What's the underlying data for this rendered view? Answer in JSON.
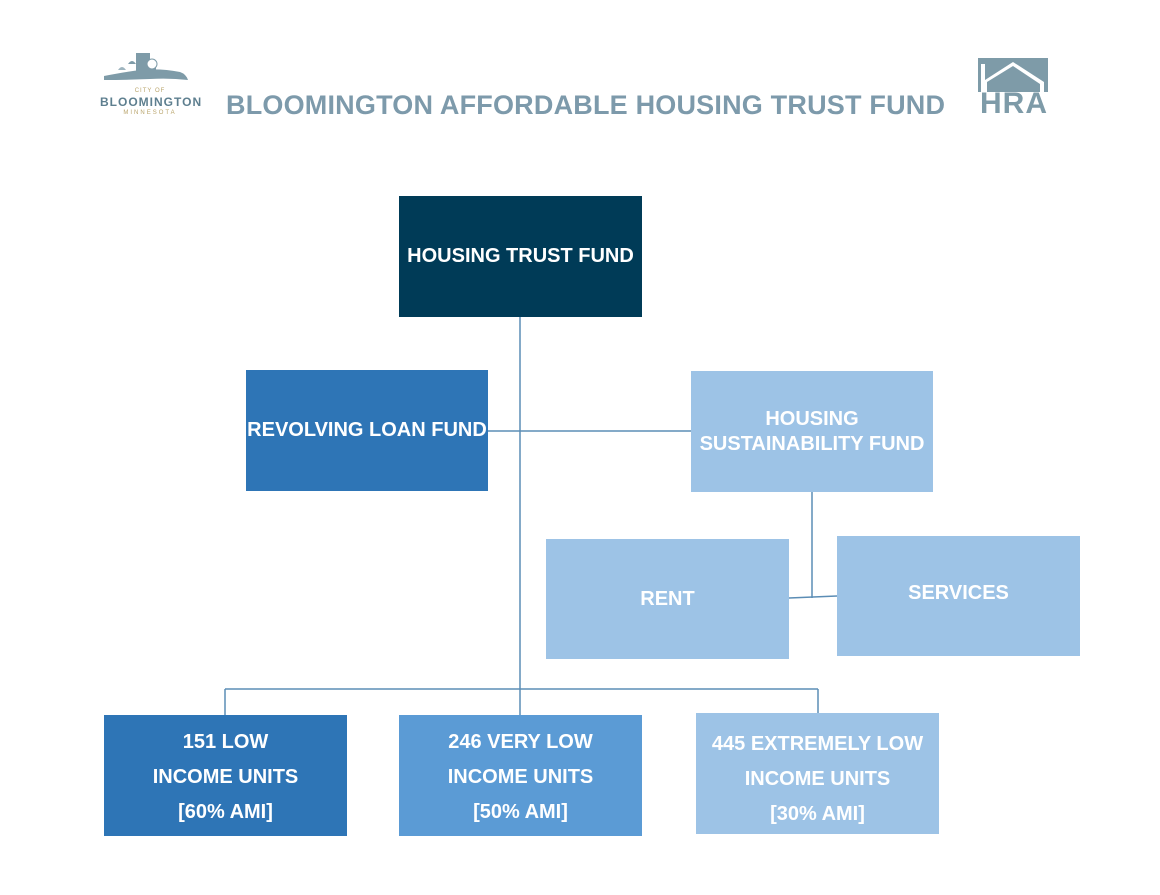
{
  "title": "BLOOMINGTON AFFORDABLE HOUSING TRUST FUND",
  "logo_left": {
    "line1": "CITY OF",
    "line2": "BLOOMINGTON",
    "line3": "MINNESOTA"
  },
  "logo_right": {
    "text": "HRA"
  },
  "nodes": {
    "trust_fund": "HOUSING TRUST FUND",
    "revolving_loan": "REVOLVING LOAN FUND",
    "sustainability": {
      "line1": "HOUSING",
      "line2": "SUSTAINABILITY FUND"
    },
    "rent": "RENT",
    "services": "SERVICES",
    "low_income": {
      "line1": "151 LOW",
      "line2": "INCOME UNITS",
      "line3": "[60% AMI]"
    },
    "very_low_income": {
      "line1": "246 VERY LOW",
      "line2": "INCOME UNITS",
      "line3": "[50% AMI]"
    },
    "extremely_low_income": {
      "line1": "445 EXTREMELY LOW",
      "line2": "INCOME UNITS",
      "line3": "[30% AMI]"
    }
  },
  "colors": {
    "title": "#7d9aab",
    "dark_navy": "#003b57",
    "medium_blue": "#2e75b6",
    "mid_light_blue": "#5b9bd5",
    "light_blue": "#9dc3e6",
    "connector": "#5b8db5"
  }
}
